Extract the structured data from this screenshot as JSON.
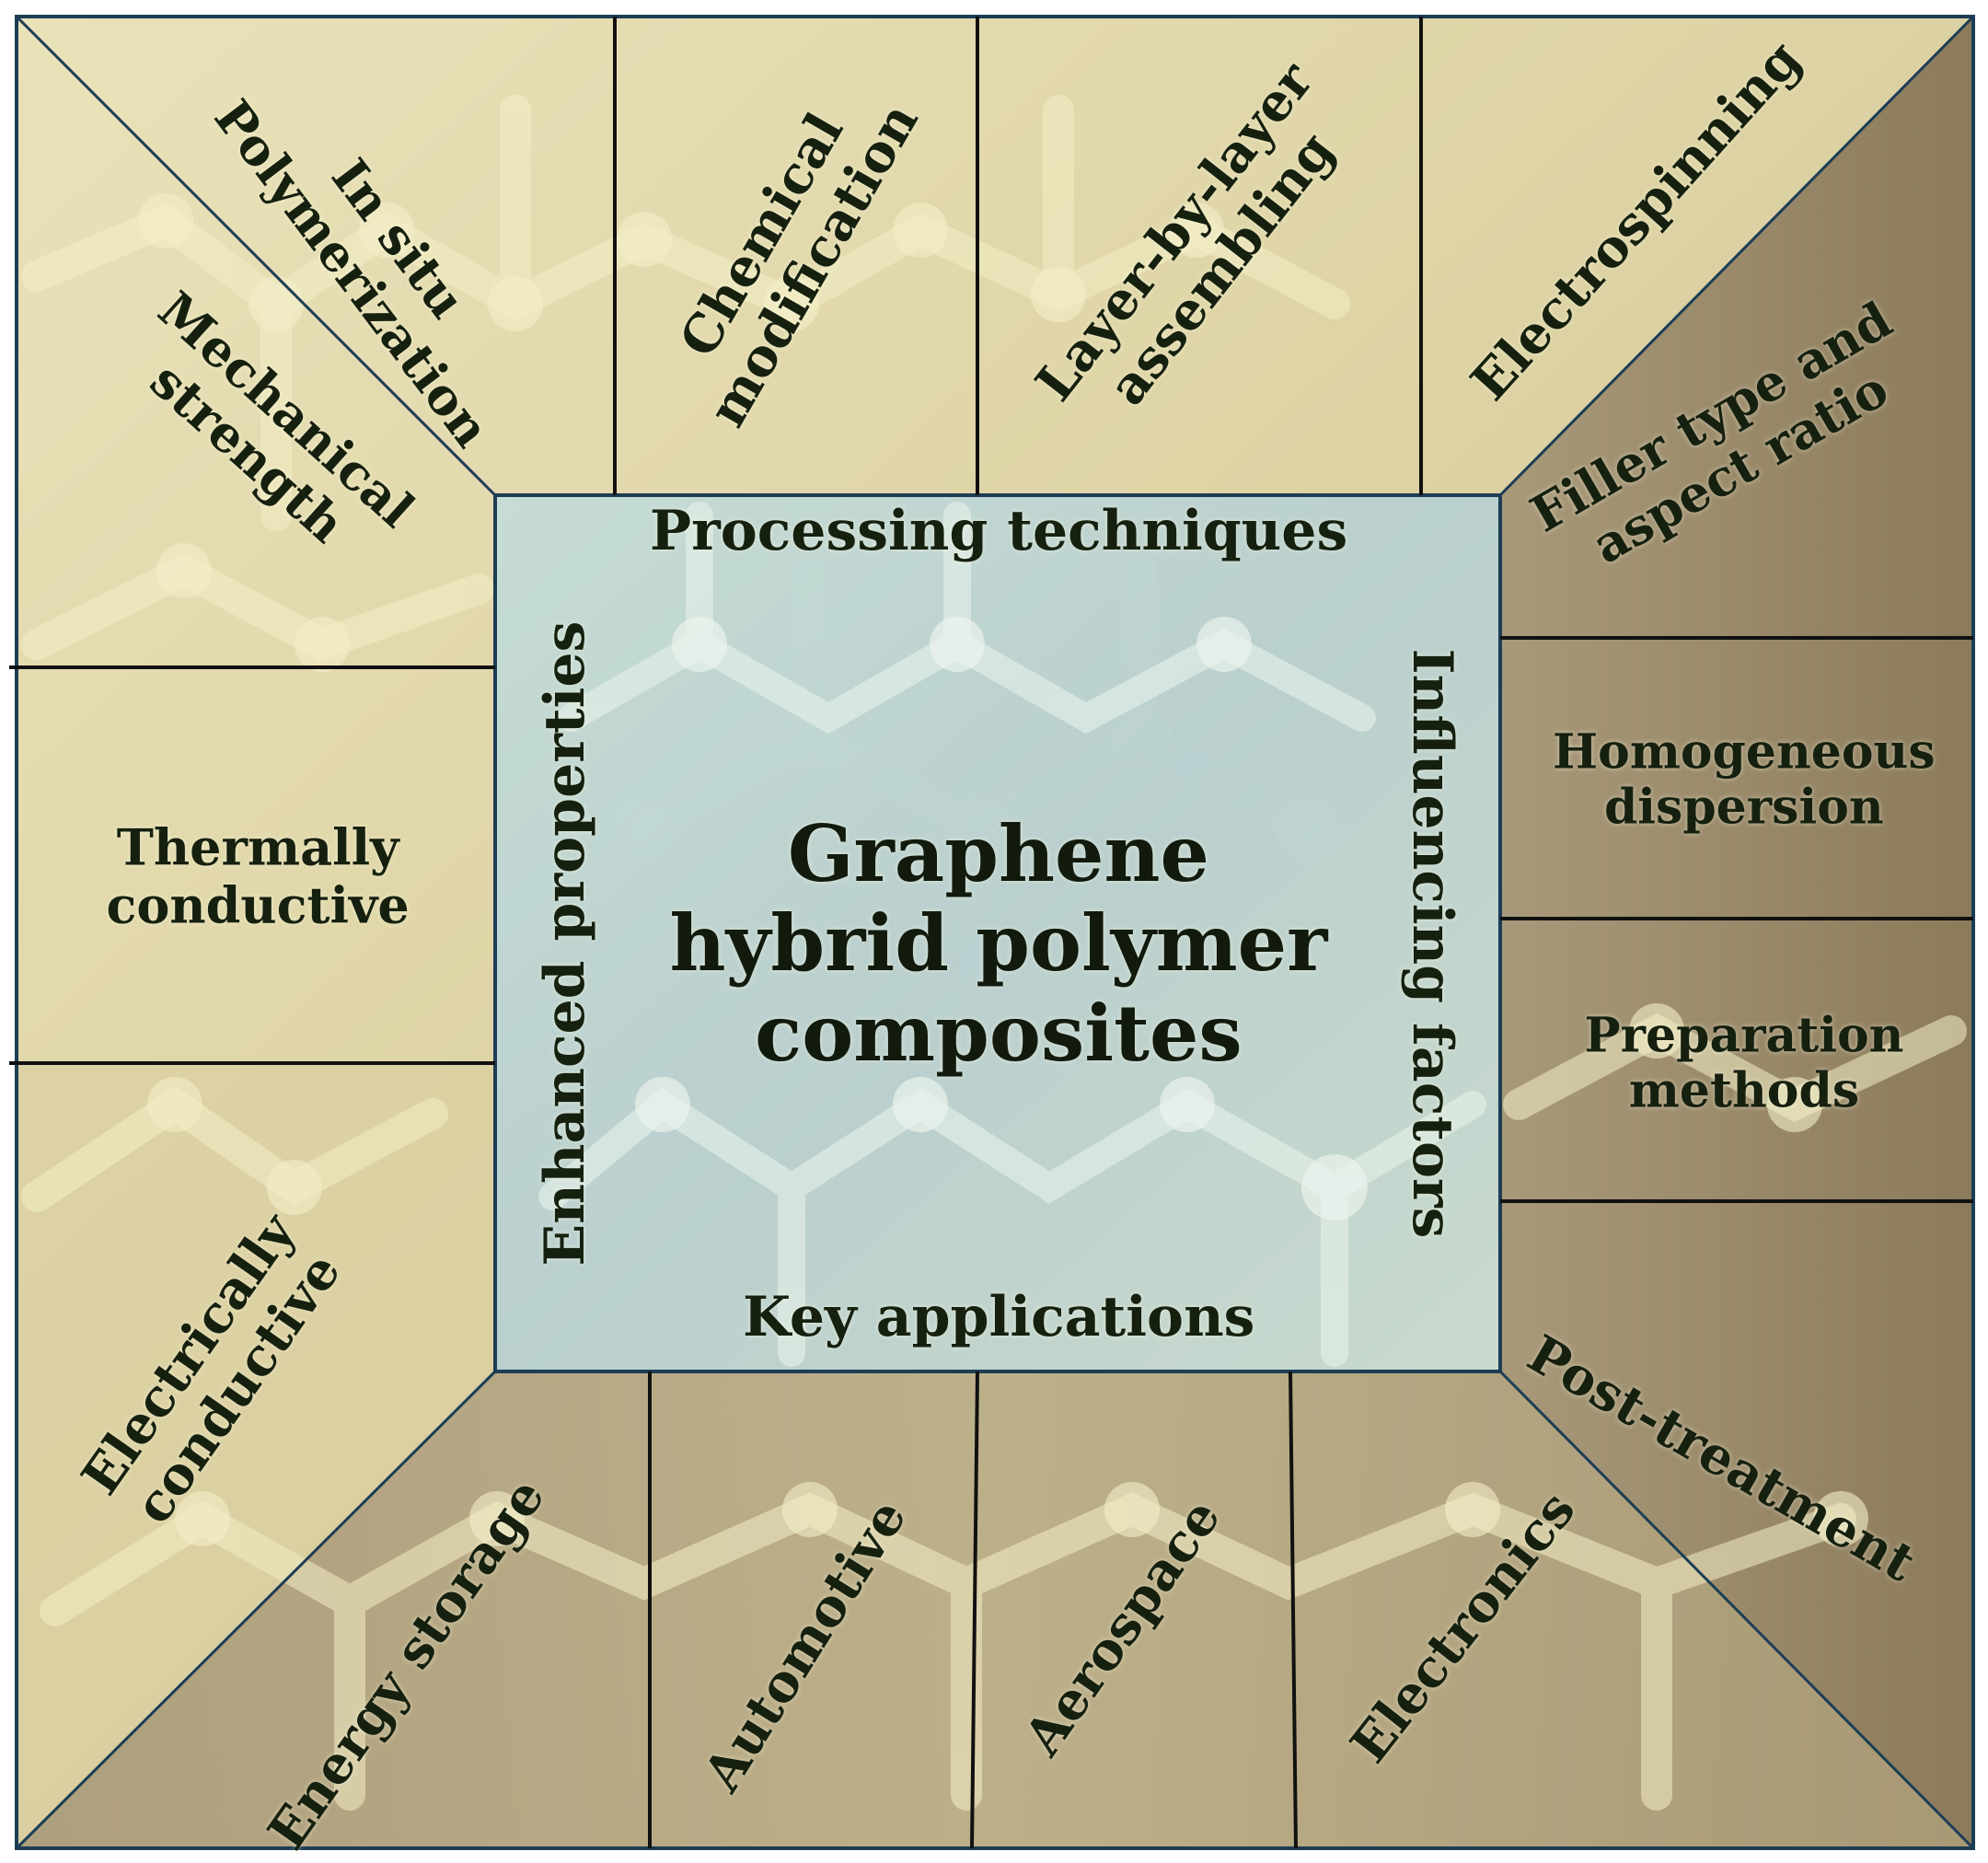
{
  "center": {
    "title_lines": [
      "Graphene",
      "hybrid polymer",
      "composites"
    ],
    "top": "Processing techniques",
    "bottom": "Key applications",
    "left": "Enhanced properties",
    "right": "Influencing factors"
  },
  "processing_techniques": [
    {
      "lines": [
        "In situ",
        "Polymerization"
      ]
    },
    {
      "lines": [
        "Chemical",
        "modification"
      ]
    },
    {
      "lines": [
        "Layer-by-layer",
        "assembling"
      ]
    },
    {
      "lines": [
        "Electrospinning"
      ]
    }
  ],
  "enhanced_properties": [
    {
      "lines": [
        "Mechanical",
        "strength"
      ]
    },
    {
      "lines": [
        "Thermally",
        "conductive"
      ]
    },
    {
      "lines": [
        "Electrically",
        "conductive"
      ]
    }
  ],
  "influencing_factors": [
    {
      "lines": [
        "Filler type and",
        "aspect ratio"
      ]
    },
    {
      "lines": [
        "Homogeneous",
        "dispersion"
      ]
    },
    {
      "lines": [
        "Preparation",
        "methods"
      ]
    },
    {
      "lines": [
        "Post-treatment"
      ]
    }
  ],
  "key_applications": [
    {
      "lines": [
        "Energy storage"
      ]
    },
    {
      "lines": [
        "Automotive"
      ]
    },
    {
      "lines": [
        "Aerospace"
      ]
    },
    {
      "lines": [
        "Electronics"
      ]
    }
  ],
  "colors": {
    "panel_light": "#e4dcaf",
    "panel_dark": "#8d7c5c",
    "center_box": "#bed6d3",
    "line": "#111111",
    "box_border": "#1d3d55",
    "text": "#16200f"
  }
}
